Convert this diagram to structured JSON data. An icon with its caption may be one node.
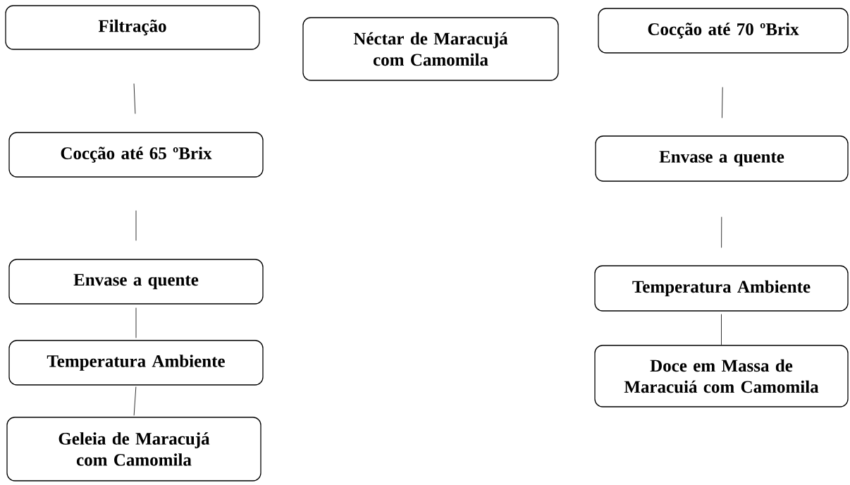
{
  "diagram": {
    "nodes": [
      {
        "text": [
          "Filtração"
        ]
      },
      {
        "text": [
          "Cocção até 65 ºBrix"
        ]
      },
      {
        "text": [
          "Envase a quente"
        ]
      },
      {
        "text": [
          "Temperatura Ambiente"
        ]
      },
      {
        "text": [
          "Geleia de Maracujá com Camomila"
        ]
      },
      {
        "text": [
          "Néctar de Maracujá com Camomila"
        ]
      },
      {
        "text": [
          "Cocção até 70 ºBrix"
        ]
      },
      {
        "text": [
          "Envase a quente"
        ]
      },
      {
        "text": [
          "Temperatura Ambiente"
        ]
      },
      {
        "text": [
          "Doce em Massa de Maracuiá com Camomila"
        ]
      }
    ],
    "edges": [
      {
        "from": 0,
        "to": 1,
        "arrow": "none"
      },
      {
        "from": 1,
        "to": 2,
        "arrow": "none"
      },
      {
        "from": 2,
        "to": 3,
        "arrow": "none"
      },
      {
        "from": 3,
        "to": 4,
        "arrow": "none"
      },
      {
        "from": 6,
        "to": 7,
        "arrow": "none"
      },
      {
        "from": 7,
        "to": 8,
        "arrow": "none"
      },
      {
        "from": 8,
        "to": 9,
        "arrow": "none"
      }
    ]
  }
}
